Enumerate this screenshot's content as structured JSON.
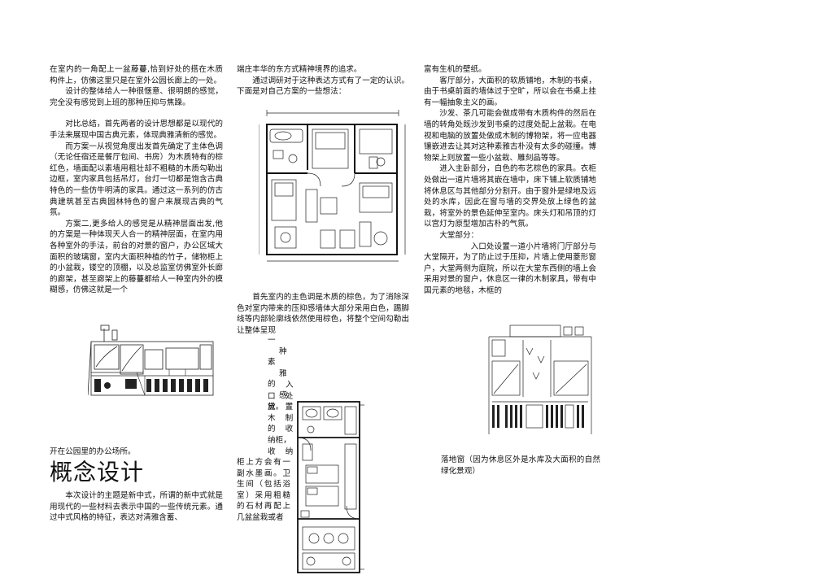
{
  "col1": {
    "p1": "在室内的一角配上一盆藤蔓,恰到好处的搭在木质构件上，仿佛这里只是在室外公园长廊上的一处。",
    "p2": "设计的整体给人一种很惬意、很明朗的感觉，完全没有感觉到上班的那种压抑与焦躁。",
    "p3": "对比总结，首先两者的设计思想都是以现代的手法来展现中国古典元素，体现典雅清新的感觉。",
    "p4": "而方案一从视觉角度出发首先确定了主体色调（无论任宿还是餐厅包间、书房）为木质特有的棕红色，墙面配以素墙用粗壮却不粗糙的木质勾勒出边框，室内家具包括吊灯，台灯一切都是饱含古典特色的一些仿牛明清的家具。通过这一系列的仿古典建筑甚至古典园林特色的窗户来展现古典的气氛。",
    "p5": "方案二,更多给人的感觉是从精神层面出发,他的方案是一种体现天人合一的精神层面，在室内用各种室外的手法，前台的对景的窗户，办公区域大面积的玻璃窗，室内大面积种植的竹子，储物柜上的小盆栽，镂空的顶棚，以及总监室仿佛室外长廊的廊架，甚至廊架上的藤蔓都给人一种室内外的模糊感，仿佛这就是一个",
    "p6": "开在公园里的办公场所。",
    "title": "概念设计",
    "p7": "本次设计的主题是新中式，所谓的新中式就是用现代的一些材料去表示中国的一些传统元素。通过中式风格的特征，表达对清雅含蓄、"
  },
  "col2": {
    "p1": "端庄丰华的东方式精神境界的追求。",
    "p2": "通过调研对于这种表达方式有了一定的认识。下面是对自己方案的一些想法：",
    "p3a": "首先室内的主色调是木质的棕色，为了消除深色对室内带来的压抑感墙体大部分采用白色，踢脚线等内部轮廓线依然使用棕色，将整个空间勾勒出让整体呈现",
    "narrow1": [
      "一",
      "种",
      "素",
      "雅",
      "的",
      "感",
      "觉。"
    ],
    "narrow2": [
      "入",
      "口",
      "处",
      "放",
      "置",
      "木",
      "制",
      "的",
      "收",
      "纳柜，",
      "收",
      "纳"
    ],
    "p4": "柜上方会有一副水墨画。卫生间（包括浴室）采用粗糙的石材再配上几盆盆栽或者"
  },
  "col3": {
    "p1": "富有生机的壁纸。",
    "p2": "客厅部分，大面积的软质铺地，木制的书桌，由于书桌前面的墙体过于空旷，所以会在书桌上挂有一幅抽象主义的画。",
    "p3": "沙发、茶几可能会做成带有木质构件的然后在墙的转角处既沙发到书桌的过度处配上盆栽。在电视和电脑的放置处做成木制的博物架，将一应电器镶嵌进去让其对这种素雅古朴没有太多的碰撞。博物架上则放置一些小盆栽、雕刻品等等。",
    "p4": "进入主卧部分，白色的布艺棕色的家具。衣柜处做出一道片墙将其嵌在墙中，床下铺上软质铺地将休息区与其他部分分割开。由于窗外是绿地及远处的水库，因此在窗与墙的交界处放上绿色的盆栽，将室外的景色延伸至室内。床头灯和吊顶的灯以宫灯为原型增加古朴的气氛。",
    "p5": "大堂部分：",
    "p6": "入口处设置一道小片墙将门厅部分与大堂隔开，为了防止过于压抑，片墙上使用菱形窗户，大堂两侧为庭院，所以在大堂东西侧的墙上会采用对景的窗户，休息区一律的木制家具，带有中国元素的地毯，木框的",
    "caption": "落地窗（因为休息区外是水库及大面积的自然绿化景观）"
  }
}
